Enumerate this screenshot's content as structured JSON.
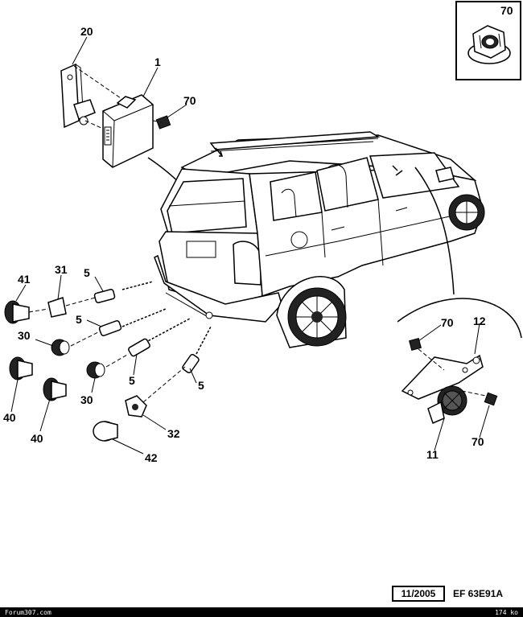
{
  "callouts": {
    "c70_box": "70",
    "c20": "20",
    "c1": "1",
    "c70_top": "70",
    "c41": "41",
    "c31": "31",
    "c5_a": "5",
    "c5_b": "5",
    "c30_a": "30",
    "c40_a": "40",
    "c30_b": "30",
    "c40_b": "40",
    "c5_c": "5",
    "c5_d": "5",
    "c32": "32",
    "c42": "42",
    "c70_right_a": "70",
    "c12": "12",
    "c11": "11",
    "c70_right_b": "70"
  },
  "reference": {
    "date": "11/2005",
    "code": "EF 63E91A"
  },
  "footer": {
    "site": "Forum307.com",
    "size": "174 ko"
  }
}
